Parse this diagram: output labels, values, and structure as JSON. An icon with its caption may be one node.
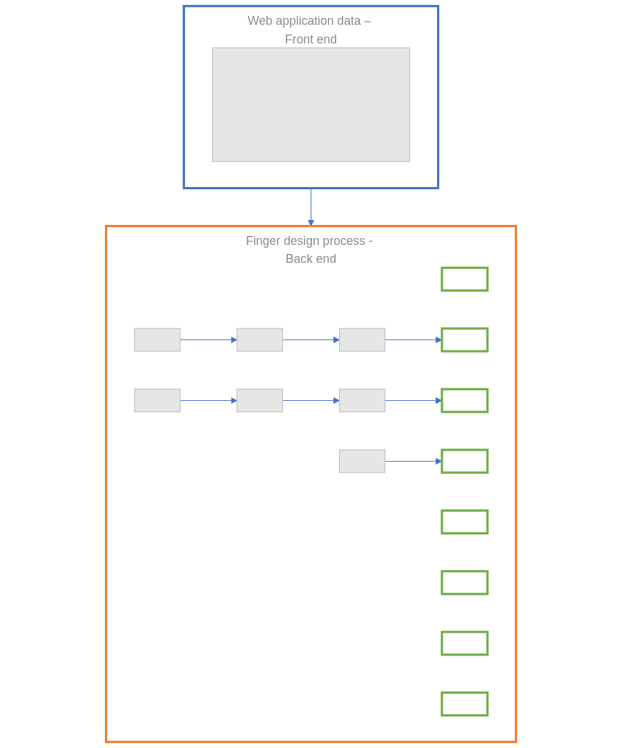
{
  "diagram": {
    "nodes": [
      {
        "text": [
          "Web application data – Front end"
        ]
      },
      {
        "text": [],
        "shape": "box",
        "in": 0
      },
      {
        "text": [
          "Finger design process - Back end"
        ]
      },
      {
        "text": [],
        "shape": "box",
        "in": 2
      },
      {
        "text": [],
        "shape": "picture",
        "in": 2
      },
      {
        "text": [],
        "shape": "box",
        "in": 2
      },
      {
        "text": [],
        "shape": "picture",
        "in": 2
      },
      {
        "text": [],
        "shape": "box",
        "in": 2
      },
      {
        "text": [],
        "shape": "picture",
        "in": 2
      },
      {
        "text": [],
        "shape": "box",
        "in": 2
      },
      {
        "text": [],
        "shape": "picture",
        "in": 2
      },
      {
        "text": [],
        "shape": "box",
        "in": 2
      },
      {
        "text": [],
        "shape": "picture",
        "in": 2
      },
      {
        "text": [],
        "shape": "box",
        "in": 2
      },
      {
        "text": [],
        "shape": "picture",
        "in": 2
      },
      {
        "text": [],
        "shape": "box",
        "in": 2
      },
      {
        "text": [],
        "shape": "picture",
        "in": 2
      },
      {
        "text": [],
        "shape": "box",
        "in": 2
      }
    ],
    "edges": [
      {
        "from": 0,
        "to": 2,
        "arrow": "to"
      },
      {
        "from": 4,
        "to": 6,
        "arrow": "to"
      },
      {
        "from": 6,
        "to": 8,
        "arrow": "to"
      },
      {
        "from": 8,
        "to": 13,
        "arrow": "to"
      },
      {
        "from": 14,
        "to": 12,
        "arrow": "to"
      },
      {
        "from": 12,
        "to": 10,
        "arrow": "to"
      },
      {
        "from": 10,
        "to": 15,
        "arrow": "to"
      },
      {
        "from": 16,
        "to": 17,
        "arrow": "to"
      }
    ]
  }
}
